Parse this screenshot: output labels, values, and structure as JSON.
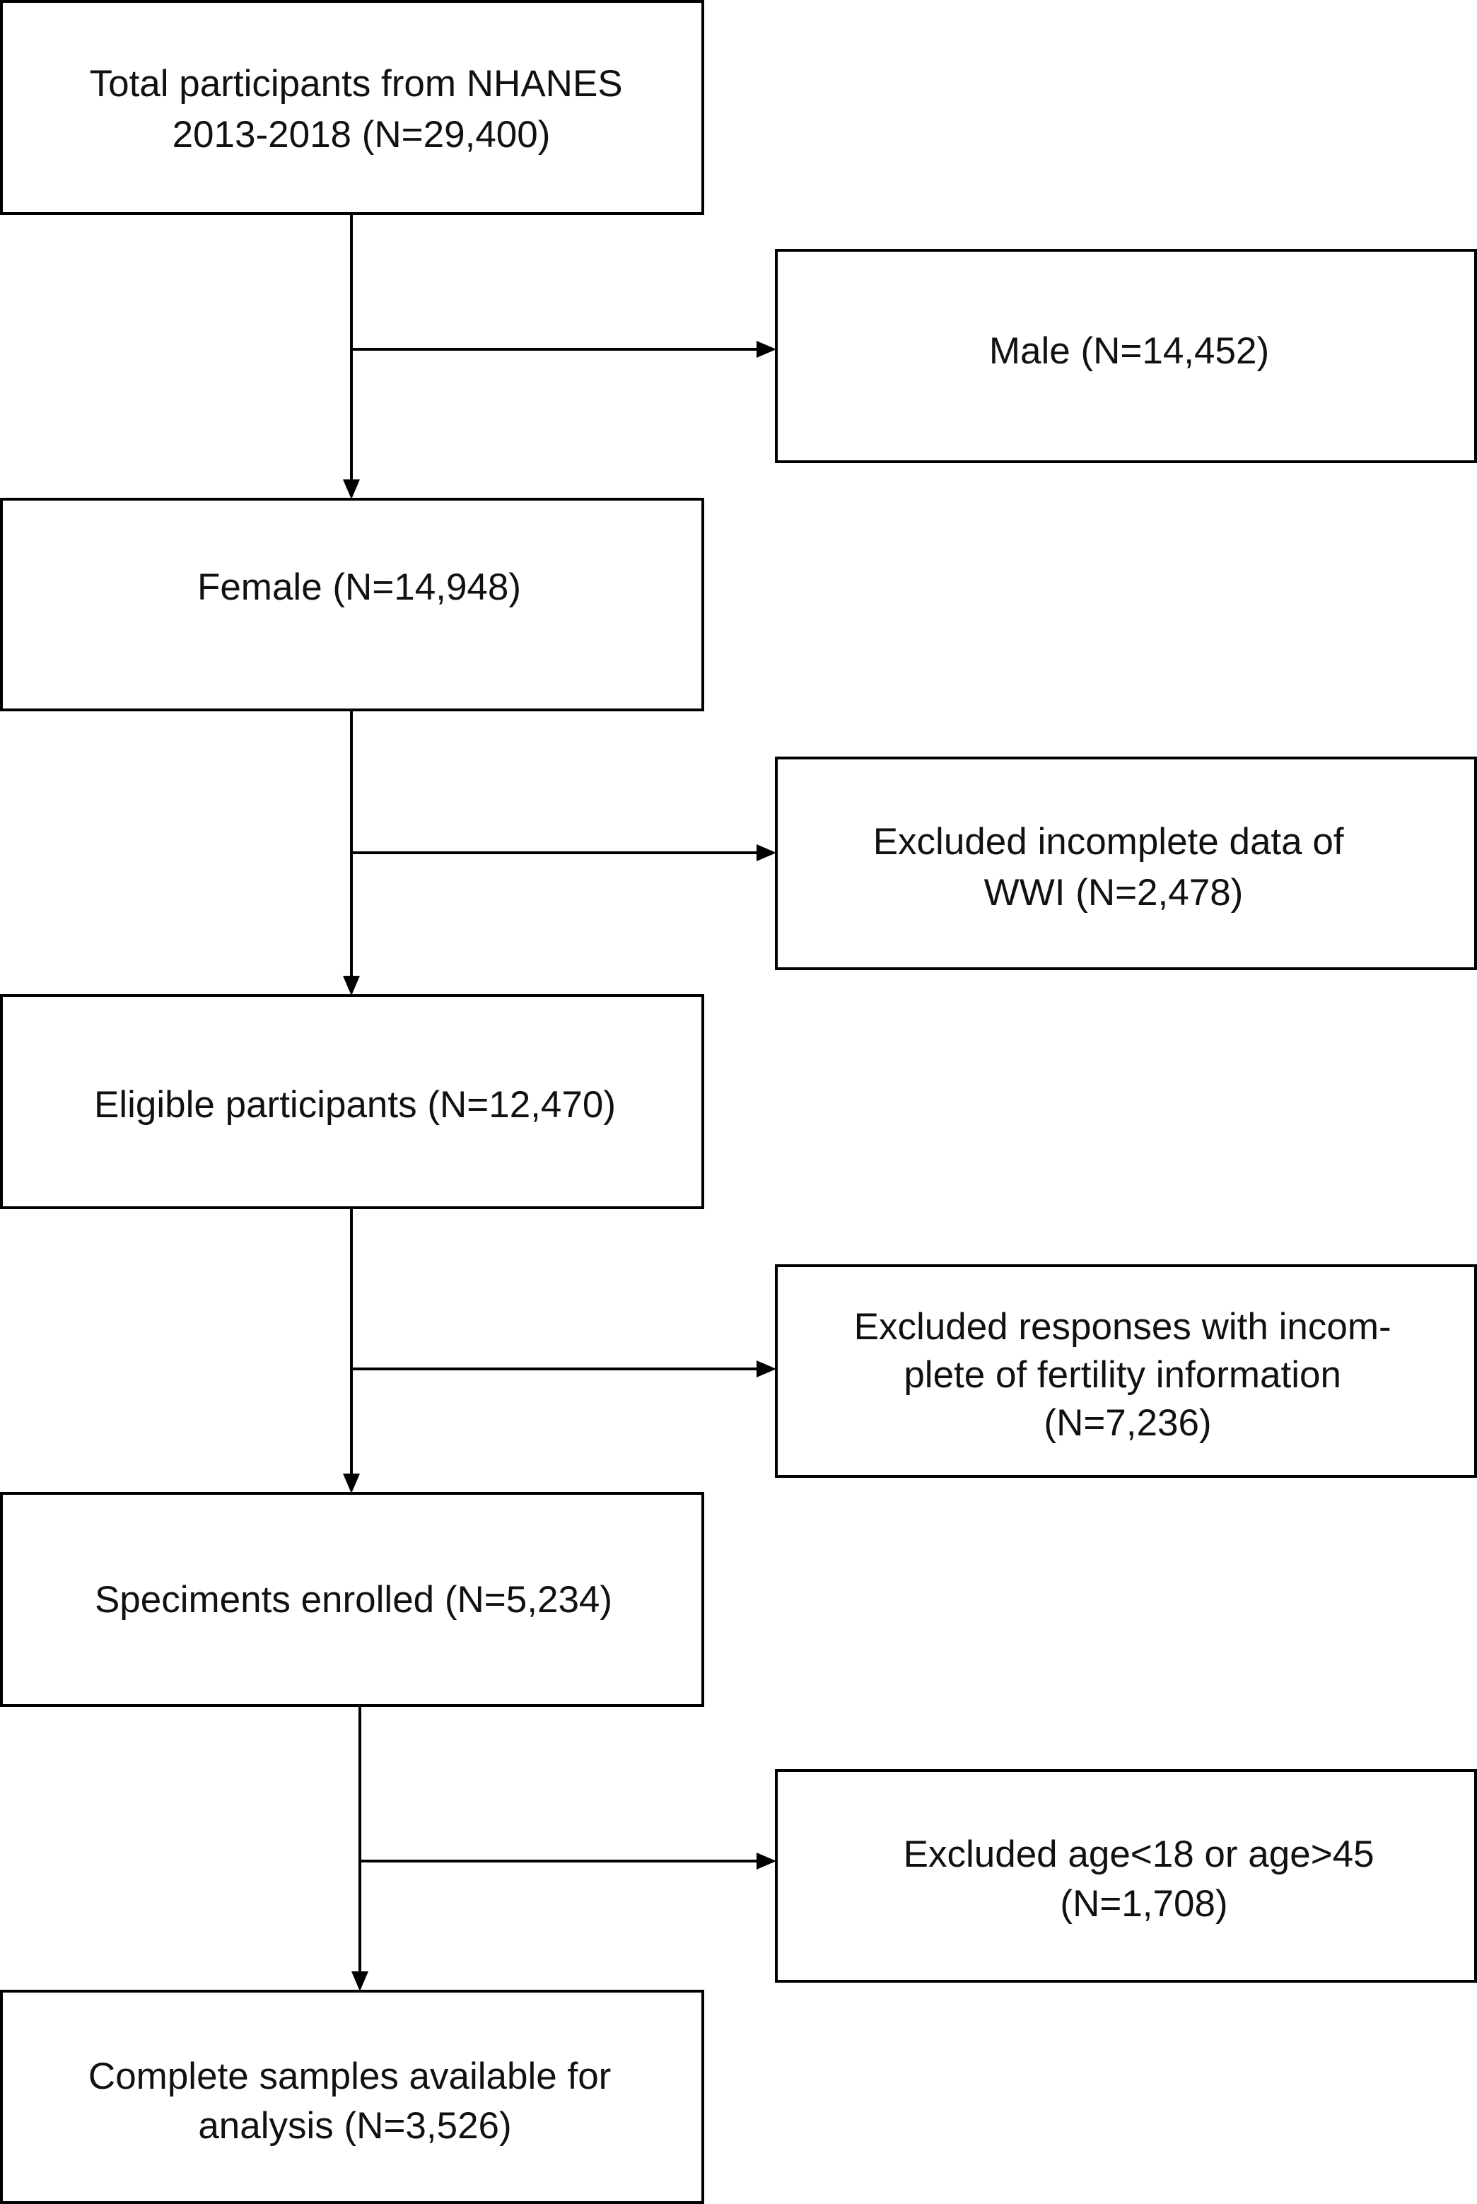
{
  "nodes": {
    "total": {
      "lines": [
        "Total participants from NHANES",
        "2013-2018 (N=29,400)"
      ]
    },
    "male": {
      "lines": [
        "Male (N=14,452)"
      ]
    },
    "female": {
      "lines": [
        "Female (N=14,948)"
      ]
    },
    "excl_wwi": {
      "lines": [
        "Excluded incomplete data of",
        "WWI (N=2,478)"
      ]
    },
    "eligible": {
      "lines": [
        "Eligible participants (N=12,470)"
      ]
    },
    "excl_fertility": {
      "lines": [
        "Excluded responses with incom-",
        "plete of  fertility information",
        "(N=7,236)"
      ]
    },
    "enrolled": {
      "lines": [
        "Speciments enrolled (N=5,234)"
      ]
    },
    "excl_age": {
      "lines": [
        "Excluded age<18 or age>45",
        "(N=1,708)"
      ]
    },
    "complete": {
      "lines": [
        "Complete samples available for",
        "analysis (N=3,526)"
      ]
    }
  },
  "edges": [
    {
      "from": "total",
      "to": "female"
    },
    {
      "from": "total",
      "to": "male"
    },
    {
      "from": "female",
      "to": "eligible"
    },
    {
      "from": "female",
      "to": "excl_wwi"
    },
    {
      "from": "eligible",
      "to": "enrolled"
    },
    {
      "from": "eligible",
      "to": "excl_fertility"
    },
    {
      "from": "enrolled",
      "to": "complete"
    },
    {
      "from": "enrolled",
      "to": "excl_age"
    }
  ],
  "colors": {
    "stroke": "#000000",
    "text": "#111111",
    "background": "#ffffff"
  }
}
